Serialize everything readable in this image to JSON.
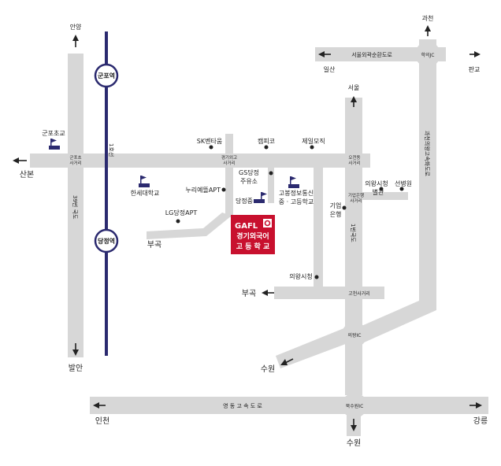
{
  "colors": {
    "road": "#d7d7d7",
    "rail": "#2b2a6f",
    "school_badge": "#c8102e",
    "flag": "#2b2a6f",
    "text": "#222222"
  },
  "directions": {
    "anyang": "안양",
    "sanbon": "산본",
    "balan": "발안",
    "gwacheon": "과천",
    "ilsan": "일산",
    "pangyo": "판교",
    "seoul": "서울",
    "bugok_1": "부곡",
    "bugok_2": "부곡",
    "suwon_1": "수원",
    "suwon_2": "수원",
    "incheon": "인천",
    "gangneung": "강릉"
  },
  "roads": {
    "route_39": "39번 국도",
    "line_1": "1호선",
    "line_1_vertical": "1번국도",
    "seoul_ring": "서울외곽순환도로",
    "gwacheon_uiwang": "과천의왕고속화도로",
    "yeongdong": "영 동 고 속 도 로"
  },
  "stations": {
    "gunpo": "군포역",
    "dangjeong": "당정역"
  },
  "intersections": {
    "gunpo_sageori": [
      "군포초",
      "사거리"
    ],
    "dangjeong_sageori": [
      "경기외고",
      "사거리"
    ],
    "ojeondong_sageori": [
      "오전동",
      "사거리"
    ],
    "gieop_sageori": [
      "기업은행",
      "사거리"
    ],
    "gocheon_sageori": "고천사거리",
    "hakui_ic": "학의JC",
    "uiwang_ic": "의왕IC",
    "buksuwon_ic": "북수원IC"
  },
  "places": {
    "gunpo_elem": "군포초교",
    "hanse_univ": "한세대학교",
    "nurielle": "누리예뜰APT",
    "lg_apt": "LG당정APT",
    "sk_tower": "SK벤타움",
    "gs_station": [
      "GS당정",
      "주유소"
    ],
    "dangjeong_middle": "당정중",
    "campico": "캠피코",
    "jeil_mojik": "제일모직",
    "gobong_school": [
      "고봉정보통신",
      "중 · 고등학교"
    ],
    "uiwang_cityhall_annex": [
      "의왕시청",
      "별관"
    ],
    "seonbyeongwon": "선병원",
    "ibk_bank": [
      "기업",
      "은행"
    ],
    "uiwang_cityhall": "의왕시청"
  },
  "school": {
    "logo_text": "GAFL",
    "name_line1": "경기외국어",
    "name_line2": "고 등 학 교"
  }
}
